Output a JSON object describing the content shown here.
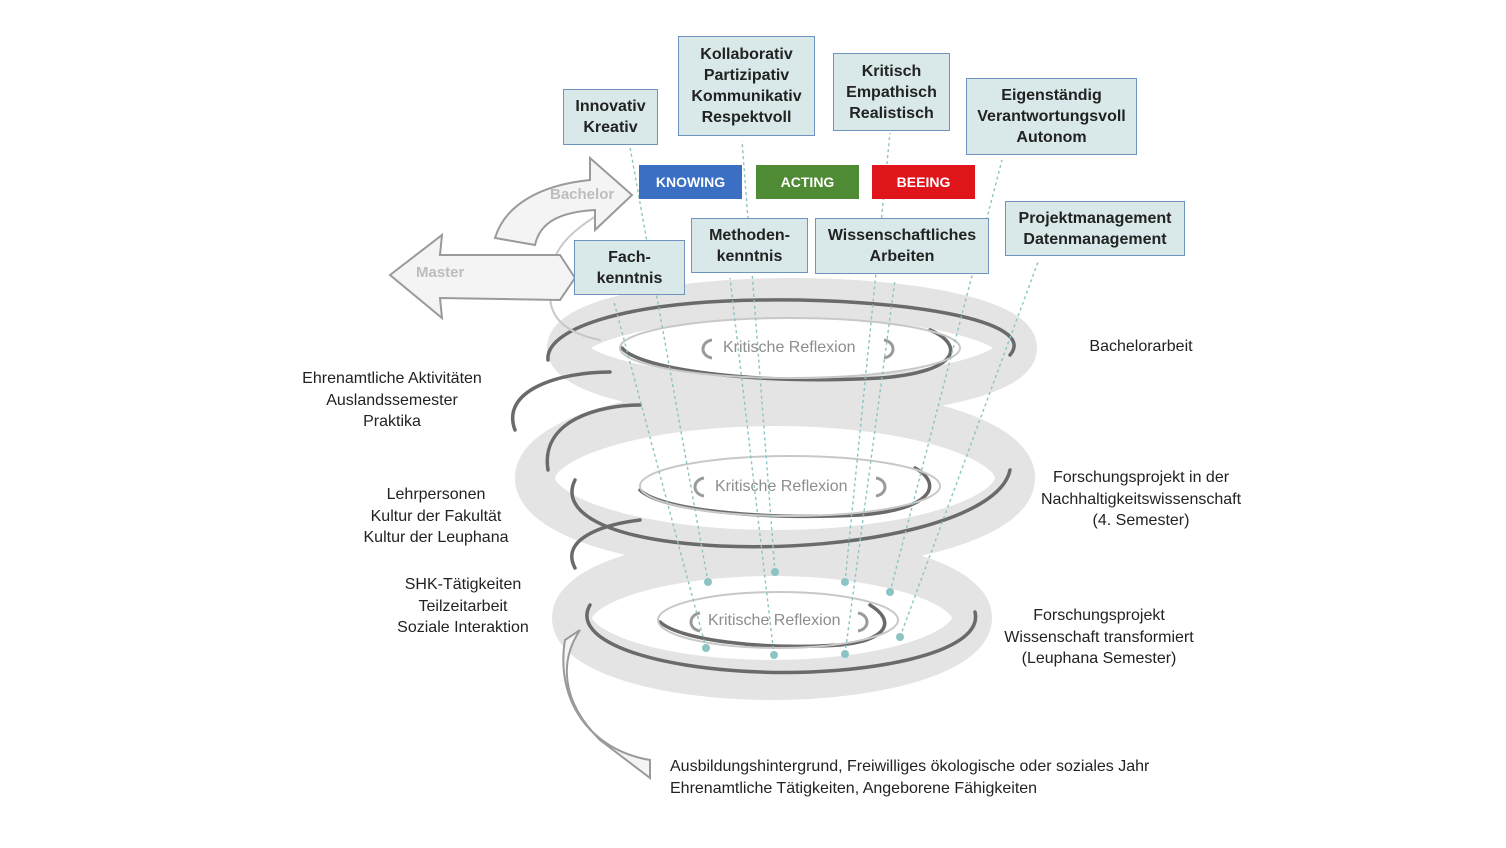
{
  "colors": {
    "knowing": "#3a6fc3",
    "acting": "#4f8a35",
    "beeing": "#e0151b",
    "box_fill": "#d9e9ea",
    "box_border": "#6f93bf",
    "dotted_line": "#7fbdbd"
  },
  "dimensions": {
    "knowing": "KNOWING",
    "acting": "ACTING",
    "beeing": "BEEING"
  },
  "top_boxes": [
    {
      "lines": [
        "Innovativ",
        "Kreativ"
      ]
    },
    {
      "lines": [
        "Kollaborativ",
        "Partizipativ",
        "Kommunikativ",
        "Respektvoll"
      ]
    },
    {
      "lines": [
        "Kritisch",
        "Empathisch",
        "Realistisch"
      ]
    },
    {
      "lines": [
        "Eigenständig",
        "Verantwortungsvoll",
        "Autonom"
      ]
    }
  ],
  "mid_boxes": [
    {
      "lines": [
        "Fach-",
        "kenntnis"
      ]
    },
    {
      "lines": [
        "Methoden-",
        "kenntnis"
      ]
    },
    {
      "lines": [
        "Wissenschaftliches",
        "Arbeiten"
      ]
    },
    {
      "lines": [
        "Projektmanagement",
        "Datenmanagement"
      ]
    }
  ],
  "spiral": {
    "master": "Master",
    "bachelor": "Bachelor",
    "reflexion": "Kritische Reflexion"
  },
  "left_labels": [
    {
      "lines": [
        "Ehrenamtliche Aktivitäten",
        "Auslandssemester",
        "Praktika"
      ]
    },
    {
      "lines": [
        "Lehrpersonen",
        "Kultur der Fakultät",
        "Kultur der Leuphana"
      ]
    },
    {
      "lines": [
        "SHK-Tätigkeiten",
        "Teilzeitarbeit",
        "Soziale Interaktion"
      ]
    }
  ],
  "right_labels": [
    {
      "lines": [
        "Bachelorarbeit"
      ]
    },
    {
      "lines": [
        "Forschungsprojekt in der",
        "Nachhaltigkeitswissenschaft",
        "(4. Semester)"
      ]
    },
    {
      "lines": [
        "Forschungsprojekt",
        "Wissenschaft transformiert",
        "(Leuphana Semester)"
      ]
    }
  ],
  "bottom_label": {
    "lines": [
      "Ausbildungshintergrund, Freiwilliges ökologische oder soziales Jahr",
      "Ehrenamtliche Tätigkeiten, Angeborene Fähigkeiten"
    ]
  }
}
